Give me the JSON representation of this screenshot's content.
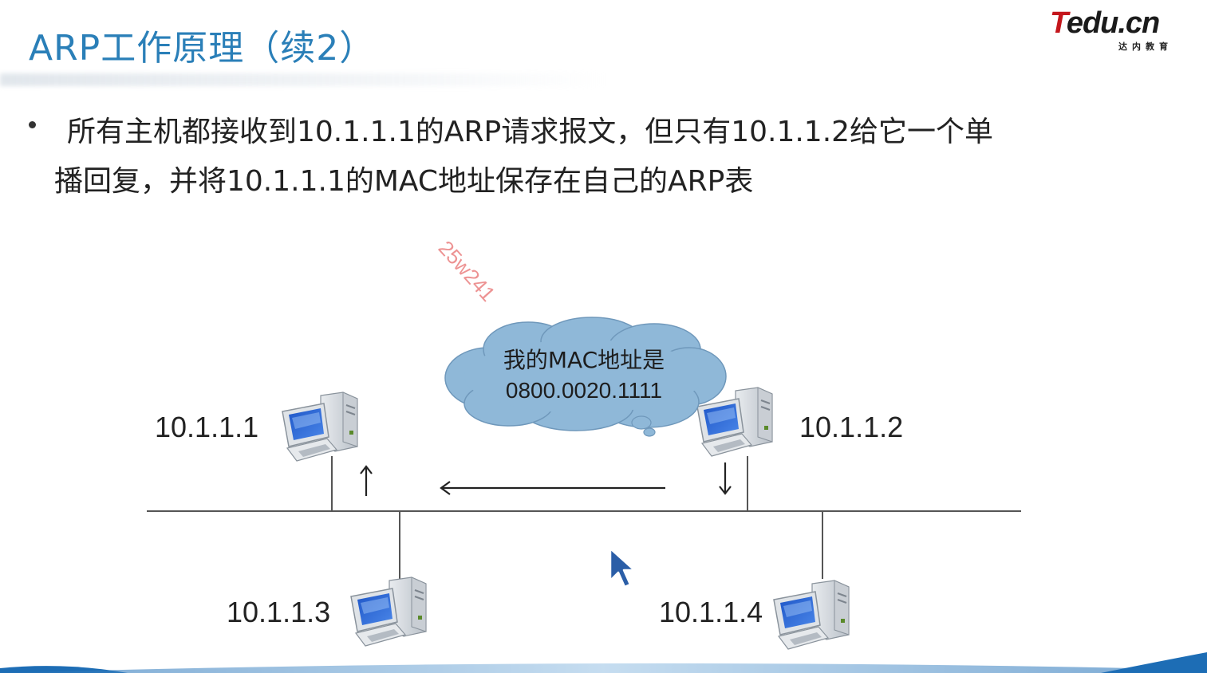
{
  "slide": {
    "title": "ARP工作原理（续2）",
    "logo": {
      "main_t": "T",
      "main_rest": "edu.cn",
      "sub": "达内教育"
    },
    "bullet": {
      "line1": "所有主机都接收到10.1.1.1的ARP请求报文，但只有10.1.1.2给它一个单",
      "line2": "播回复，并将10.1.1.1的MAC地址保存在自己的ARP表"
    },
    "watermark": "25w241"
  },
  "diagram": {
    "hosts": [
      {
        "label": "10.1.1.1"
      },
      {
        "label": "10.1.1.2"
      },
      {
        "label": "10.1.1.3"
      },
      {
        "label": "10.1.1.4"
      }
    ],
    "cloud": {
      "line1": "我的MAC地址是",
      "line2": "0800.0020.1111"
    }
  },
  "colors": {
    "title": "#2a7fb8",
    "brand_red": "#c4161c",
    "cloud_fill": "#8fb8d8",
    "watermark": "#e87878"
  }
}
